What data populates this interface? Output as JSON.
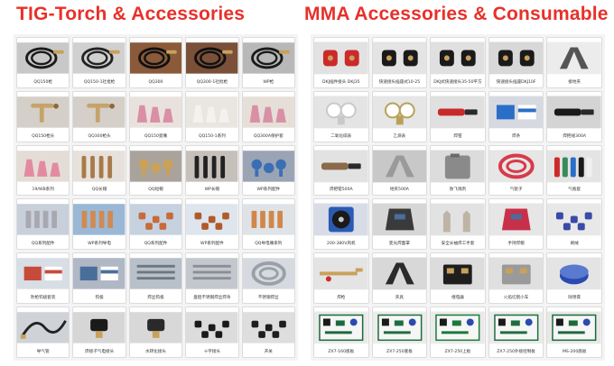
{
  "titles": {
    "left": "TIG-Torch & Accessories",
    "right": "MMA Accessories & Consumable"
  },
  "left_items": [
    {
      "caption": "QQ150枪",
      "icon": "coiled-torch-cable",
      "bg": "#c8c8c8",
      "fg": "#1a1a1a"
    },
    {
      "caption": "QQ150-1社批枪",
      "icon": "coiled-torch-cable",
      "bg": "#d0d0d0",
      "fg": "#222222"
    },
    {
      "caption": "QQ300",
      "icon": "coiled-torch-cable",
      "bg": "#8a5a3a",
      "fg": "#111111"
    },
    {
      "caption": "QQ300-1社批枪",
      "icon": "coiled-torch-cable",
      "bg": "#7a5038",
      "fg": "#111111"
    },
    {
      "caption": "WP枪",
      "icon": "coiled-torch-cable",
      "bg": "#b8b8b8",
      "fg": "#1a1a1a"
    },
    {
      "caption": "QQ150枪头",
      "icon": "torch-head",
      "bg": "#d4cfc8",
      "fg": "#c6a36a"
    },
    {
      "caption": "QQ300枪头",
      "icon": "torch-head",
      "bg": "#d4cfc8",
      "fg": "#c6a36a"
    },
    {
      "caption": "QQ150瓷嘴",
      "icon": "ceramic-nozzles",
      "bg": "#e9e2dc",
      "fg": "#d98fa6"
    },
    {
      "caption": "QQ150-1系列",
      "icon": "ceramic-nozzles",
      "bg": "#e9e6e2",
      "fg": "#f4f2ee"
    },
    {
      "caption": "QQ300A保护套",
      "icon": "ceramic-nozzles",
      "bg": "#e6dfd8",
      "fg": "#d98fa6"
    },
    {
      "caption": "19/WB系列",
      "icon": "ceramic-nozzles",
      "bg": "#e4ddd6",
      "fg": "#e38aa1"
    },
    {
      "caption": "QQ长帽",
      "icon": "long-caps",
      "bg": "#e6e1da",
      "fg": "#a87a4a"
    },
    {
      "caption": "QQ短帽",
      "icon": "short-caps",
      "bg": "#a9a39c",
      "fg": "#c9a15a"
    },
    {
      "caption": "WP长帽",
      "icon": "long-caps",
      "bg": "#c6c0ba",
      "fg": "#222222"
    },
    {
      "caption": "WP系列配件",
      "icon": "short-caps",
      "bg": "#9aa4b4",
      "fg": "#3a6fb4"
    },
    {
      "caption": "QQ系列配件",
      "icon": "collets",
      "bg": "#c8d0dc",
      "fg": "#a8a8b0"
    },
    {
      "caption": "WP系列导电",
      "icon": "collets",
      "bg": "#9ab8d6",
      "fg": "#d08a52"
    },
    {
      "caption": "QQ系列配件",
      "icon": "small-parts",
      "bg": "#c6d2e0",
      "fg": "#c86a3a"
    },
    {
      "caption": "WP系列配件",
      "icon": "small-parts",
      "bg": "#dfe5ec",
      "fg": "#b05a2a"
    },
    {
      "caption": "QQ导电嘴系列",
      "icon": "collets",
      "bg": "#dfe3e8",
      "fg": "#d0884a"
    },
    {
      "caption": "吹枪钨极套装",
      "icon": "boxes",
      "bg": "#d8dee6",
      "fg": "#c84a3a"
    },
    {
      "caption": "钨极",
      "icon": "boxes",
      "bg": "#b0b8c6",
      "fg": "#4a6e9a"
    },
    {
      "caption": "焊丝钨极",
      "icon": "rods",
      "bg": "#b8c0ca",
      "fg": "#6e7680"
    },
    {
      "caption": "盘铝不锈钢焊丝焊条",
      "icon": "rods",
      "bg": "#c4c8ce",
      "fg": "#8a8e96"
    },
    {
      "caption": "不锈钢焊丝",
      "icon": "coil",
      "bg": "#d6dae0",
      "fg": "#9aa0a8"
    },
    {
      "caption": "导气管",
      "icon": "hose",
      "bg": "#cfd3d8",
      "fg": "#222222"
    },
    {
      "caption": "焊接子气电接头",
      "icon": "connector",
      "bg": "#d6d6d6",
      "fg": "#1a1a1a"
    },
    {
      "caption": "水转化接头",
      "icon": "connector",
      "bg": "#d8d8d8",
      "fg": "#2a2a2a"
    },
    {
      "caption": "十字接头",
      "icon": "small-parts",
      "bg": "#dcdcdc",
      "fg": "#1a1a1a"
    },
    {
      "caption": "开关",
      "icon": "small-parts",
      "bg": "#dedede",
      "fg": "#1e1e1e"
    }
  ],
  "right_items": [
    {
      "caption": "DKJ插件接头 DKJ35",
      "icon": "plugs",
      "bg": "#e2e2e2",
      "fg": "#cc2a2a"
    },
    {
      "caption": "快速接头插座式10-25",
      "icon": "plugs",
      "bg": "#e4e4e4",
      "fg": "#1a1a1a"
    },
    {
      "caption": "DKJ式快速接头35-50平方",
      "icon": "plugs",
      "bg": "#e0e0e0",
      "fg": "#1a1a1a"
    },
    {
      "caption": "快速接头插座DKJ10F",
      "icon": "plugs",
      "bg": "#d8d8d8",
      "fg": "#1a1a1a"
    },
    {
      "caption": "接地夹",
      "icon": "clamp",
      "bg": "#ececec",
      "fg": "#555555"
    },
    {
      "caption": "二氧化碳表",
      "icon": "regulator",
      "bg": "#e4e4e4",
      "fg": "#c9c9c9"
    },
    {
      "caption": "乙炔表",
      "icon": "regulator",
      "bg": "#e6e6e6",
      "fg": "#b8a15a"
    },
    {
      "caption": "焊钳",
      "icon": "holder",
      "bg": "#e0e0e0",
      "fg": "#c82a2a"
    },
    {
      "caption": "焊条",
      "icon": "boxes",
      "bg": "#d6dae0",
      "fg": "#2a6ec8"
    },
    {
      "caption": "焊把线300A",
      "icon": "holder",
      "bg": "#d4d4d4",
      "fg": "#1a1a1a"
    },
    {
      "caption": "焊把钳500A",
      "icon": "holder",
      "bg": "#e2e2e2",
      "fg": "#8a6a4a"
    },
    {
      "caption": "地夹500A",
      "icon": "clamp",
      "bg": "#c8c8c8",
      "fg": "#9a9a9a"
    },
    {
      "caption": "防飞溅剂",
      "icon": "jerrycan",
      "bg": "#dcdcdc",
      "fg": "#8a8a8a"
    },
    {
      "caption": "气管子",
      "icon": "coil",
      "bg": "#e6e6e6",
      "fg": "#d83a4a"
    },
    {
      "caption": "气瓶套",
      "icon": "bottles",
      "bg": "#e4e4e4",
      "fg": "#3a8a5a"
    },
    {
      "caption": "200-380V风机",
      "icon": "fan",
      "bg": "#d8dce6",
      "fg": "#2a5ab4"
    },
    {
      "caption": "变光焊面罩",
      "icon": "mask",
      "bg": "#d6d6d6",
      "fg": "#3a3a3a"
    },
    {
      "caption": "安全长袖焊工手套",
      "icon": "gloves",
      "bg": "#e2e2e2",
      "fg": "#bdb4a6"
    },
    {
      "caption": "手持焊帽",
      "icon": "mask",
      "bg": "#e6e6e6",
      "fg": "#c8304a"
    },
    {
      "caption": "刷绒",
      "icon": "small-parts",
      "bg": "#e8e8e8",
      "fg": "#3a4aa8"
    },
    {
      "caption": "焊枪",
      "icon": "cutting-torch",
      "bg": "#e4e4e4",
      "fg": "#c9a15a"
    },
    {
      "caption": "夹具",
      "icon": "clamp",
      "bg": "#d8d8d8",
      "fg": "#2a2a2a"
    },
    {
      "caption": "继电器",
      "icon": "relay",
      "bg": "#dcdcdc",
      "fg": "#1e1e1e"
    },
    {
      "caption": "火焰切割小车",
      "icon": "relay",
      "bg": "#e0e0e0",
      "fg": "#9a9a9a"
    },
    {
      "caption": "除锈膏",
      "icon": "tin",
      "bg": "#e4e4e4",
      "fg": "#2a4ab0"
    },
    {
      "caption": "ZX7-160底板",
      "icon": "circuit-board",
      "bg": "#eaeaea",
      "fg": "#1a6a3a"
    },
    {
      "caption": "ZX7-250底板",
      "icon": "circuit-board",
      "bg": "#ececec",
      "fg": "#1e6e3e"
    },
    {
      "caption": "ZX7-250上板",
      "icon": "circuit-board",
      "bg": "#eaeaea",
      "fg": "#1a7a3a"
    },
    {
      "caption": "ZX7-250外接控制板",
      "icon": "circuit-board",
      "bg": "#ebebeb",
      "fg": "#1e6e3e"
    },
    {
      "caption": "MS-200底板",
      "icon": "circuit-board",
      "bg": "#e8e8e8",
      "fg": "#1a6a3a"
    }
  ]
}
